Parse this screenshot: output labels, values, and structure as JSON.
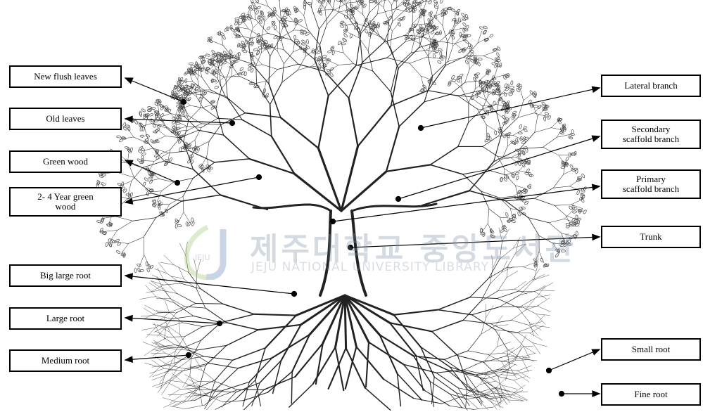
{
  "diagram": {
    "labels_left": [
      {
        "id": "new-flush-leaves",
        "text": "New flush leaves"
      },
      {
        "id": "old-leaves",
        "text": "Old  leaves"
      },
      {
        "id": "green-wood",
        "text": "Green  wood"
      },
      {
        "id": "green-wood-2-4",
        "text": "2- 4 Year green\nwood"
      },
      {
        "id": "big-large-root",
        "text": "Big  large root"
      },
      {
        "id": "large-root",
        "text": "Large  root"
      },
      {
        "id": "medium-root",
        "text": "Medium  root"
      }
    ],
    "labels_right": [
      {
        "id": "lateral-branch",
        "text": "Lateral branch"
      },
      {
        "id": "secondary-scaffold-branch",
        "text": "Secondary\nscaffold  branch"
      },
      {
        "id": "primary-scaffold-branch",
        "text": "Primary\nscaffold  branch"
      },
      {
        "id": "trunk",
        "text": "Trunk"
      },
      {
        "id": "small-root",
        "text": "Small  root"
      },
      {
        "id": "fine-root",
        "text": "Fine  root"
      }
    ],
    "watermark": {
      "title": "제주대학교 중앙도서관",
      "subtitle": "JEJU NATIONAL UNIVERSITY LIBRARY",
      "logo_text": "JEJU"
    }
  }
}
